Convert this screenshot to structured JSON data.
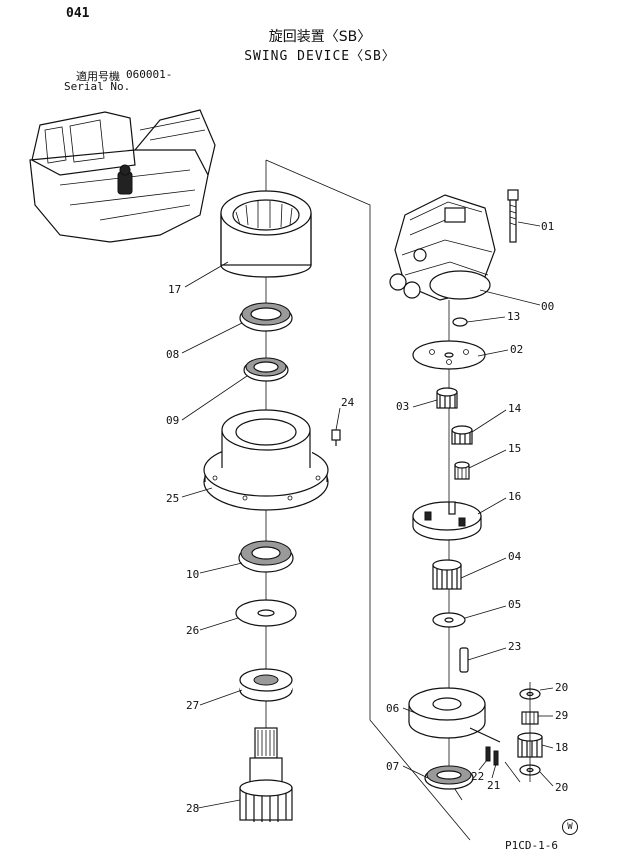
{
  "header": {
    "page_number": "041",
    "title_jp": "旋回装置〈SB〉",
    "title_en": "SWING DEVICE〈SB〉",
    "serial_label_jp": "適用号機",
    "serial_value": "060001-",
    "serial_label_en": "Serial No."
  },
  "footer": {
    "code": "P1CD-1-6",
    "mark": "W"
  },
  "callouts": {
    "c01": "01",
    "c00": "00",
    "c13": "13",
    "c02": "02",
    "c03": "03",
    "c14": "14",
    "c15": "15",
    "c16": "16",
    "c04": "04",
    "c05": "05",
    "c23": "23",
    "c06": "06",
    "c20a": "20",
    "c29": "29",
    "c18": "18",
    "c07": "07",
    "c22": "22",
    "c21": "21",
    "c20b": "20",
    "c17": "17",
    "c08": "08",
    "c09": "09",
    "c24": "24",
    "c25": "25",
    "c10": "10",
    "c26": "26",
    "c27": "27",
    "c28": "28"
  }
}
